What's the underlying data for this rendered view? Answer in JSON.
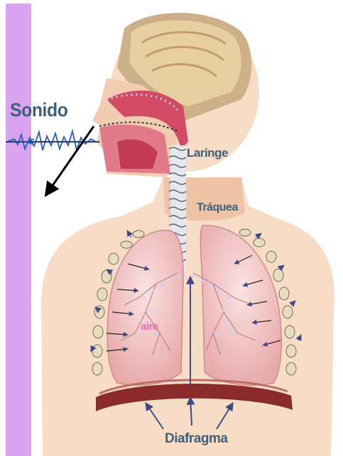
{
  "labels": {
    "sonido": "Sonido",
    "laringe": "Laringe",
    "traquea": "Tráquea",
    "aire": "aire",
    "diafragma": "Diafragma"
  },
  "colors": {
    "side_bar": "#d9a3f0",
    "skin": "#f8ddc6",
    "skin_shadow": "#efc3a6",
    "lung": "#f2c4c4",
    "airway": "#d24a63",
    "arrow_blue": "#3c4a8a",
    "dots": "#c8d0ff",
    "sound_wave": "#2a5db0",
    "label_dark": "#3f5f7a",
    "label_pink": "#e86fa6"
  }
}
